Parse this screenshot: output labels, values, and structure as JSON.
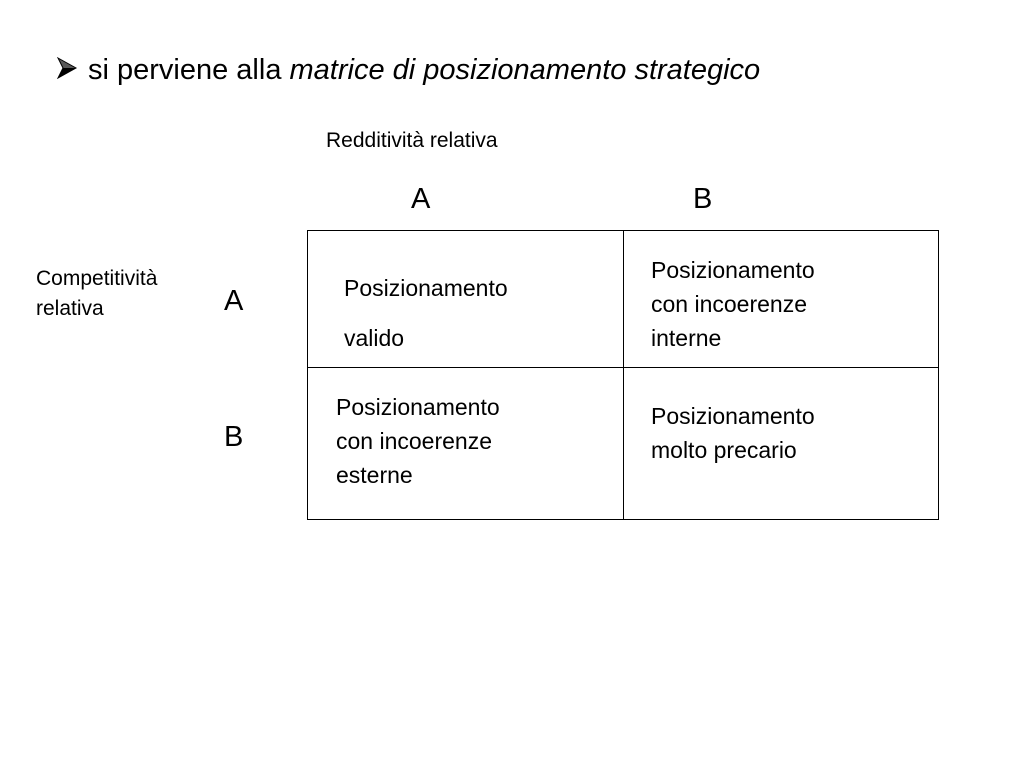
{
  "heading": {
    "bullet_icon": "arrowhead-bullet-icon",
    "text_plain": "si perviene alla ",
    "text_italic": "matrice di posizionamento strategico"
  },
  "matrix": {
    "column_axis_label": "Redditività relativa",
    "row_axis_label_lines": [
      "Competitività",
      "relativa"
    ],
    "column_letters": [
      "A",
      "B"
    ],
    "row_letters": [
      "A",
      "B"
    ],
    "cells": {
      "top_left": [
        "Posizionamento",
        "valido"
      ],
      "top_right": [
        "Posizionamento",
        "con incoerenze",
        "interne"
      ],
      "bottom_left": [
        "Posizionamento",
        "con incoerenze",
        "esterne"
      ],
      "bottom_right": [
        "Posizionamento",
        "molto precario"
      ]
    }
  }
}
